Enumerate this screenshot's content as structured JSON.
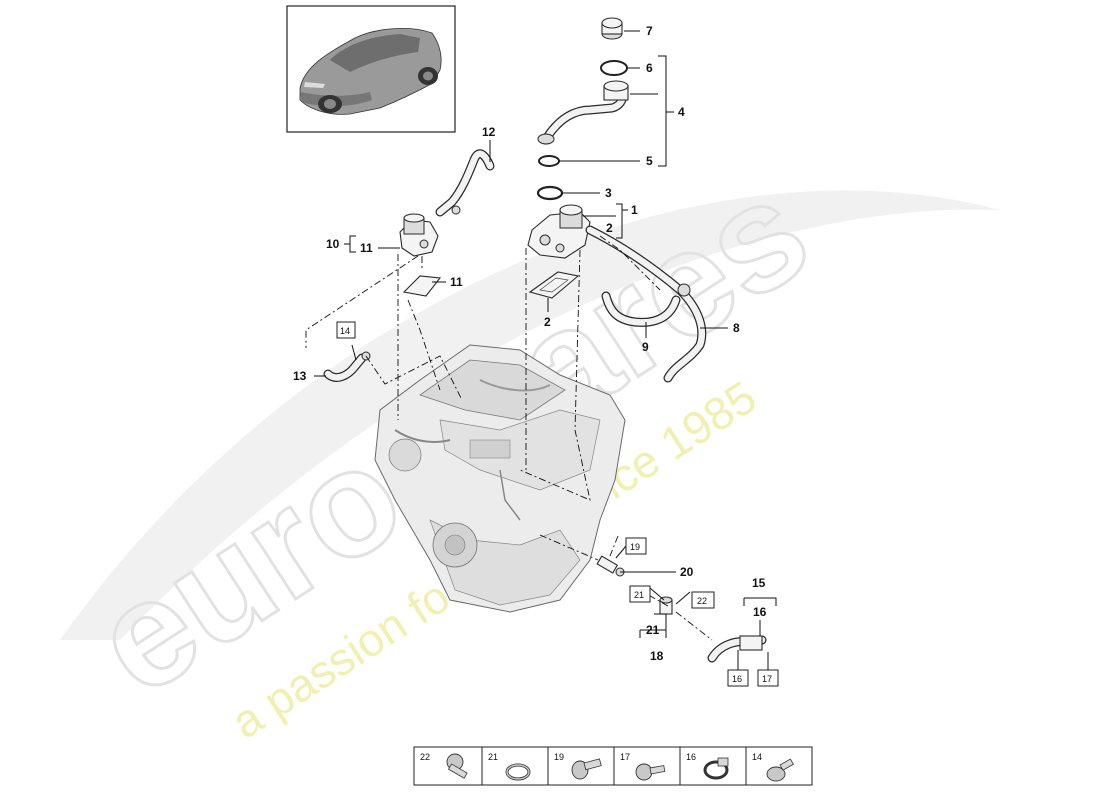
{
  "watermark": {
    "brand": "eurospares",
    "tagline": "a passion for parts since 1985"
  },
  "callouts": [
    {
      "id": "c1",
      "text": "1"
    },
    {
      "id": "c2",
      "text": "2"
    },
    {
      "id": "c2b",
      "text": "2"
    },
    {
      "id": "c3",
      "text": "3"
    },
    {
      "id": "c4",
      "text": "4"
    },
    {
      "id": "c5",
      "text": "5"
    },
    {
      "id": "c6",
      "text": "6"
    },
    {
      "id": "c7",
      "text": "7"
    },
    {
      "id": "c8",
      "text": "8"
    },
    {
      "id": "c9",
      "text": "9"
    },
    {
      "id": "c10",
      "text": "10"
    },
    {
      "id": "c11",
      "text": "11"
    },
    {
      "id": "c11b",
      "text": "11"
    },
    {
      "id": "c12",
      "text": "12"
    },
    {
      "id": "c13",
      "text": "13"
    },
    {
      "id": "c15",
      "text": "15"
    },
    {
      "id": "c16",
      "text": "16"
    },
    {
      "id": "c18",
      "text": "18"
    },
    {
      "id": "c20",
      "text": "20"
    },
    {
      "id": "c21",
      "text": "21"
    }
  ],
  "boxed_refs": [
    {
      "id": "b14",
      "text": "14"
    },
    {
      "id": "b19",
      "text": "19"
    },
    {
      "id": "b21",
      "text": "21"
    },
    {
      "id": "b22",
      "text": "22"
    },
    {
      "id": "b16",
      "text": "16"
    },
    {
      "id": "b17",
      "text": "17"
    }
  ],
  "legend": {
    "items": [
      {
        "number": "22",
        "icon": "bolt-icon"
      },
      {
        "number": "21",
        "icon": "seal-ring-icon"
      },
      {
        "number": "19",
        "icon": "bolt-icon"
      },
      {
        "number": "17",
        "icon": "bolt-icon"
      },
      {
        "number": "16",
        "icon": "hose-clamp-icon"
      },
      {
        "number": "14",
        "icon": "bolt-icon"
      }
    ]
  },
  "colors": {
    "line": "#111111",
    "part_fill": "#f4f4f4",
    "watermark_brand": "#e6e6e6",
    "watermark_tagline": "#f3f2b6"
  }
}
